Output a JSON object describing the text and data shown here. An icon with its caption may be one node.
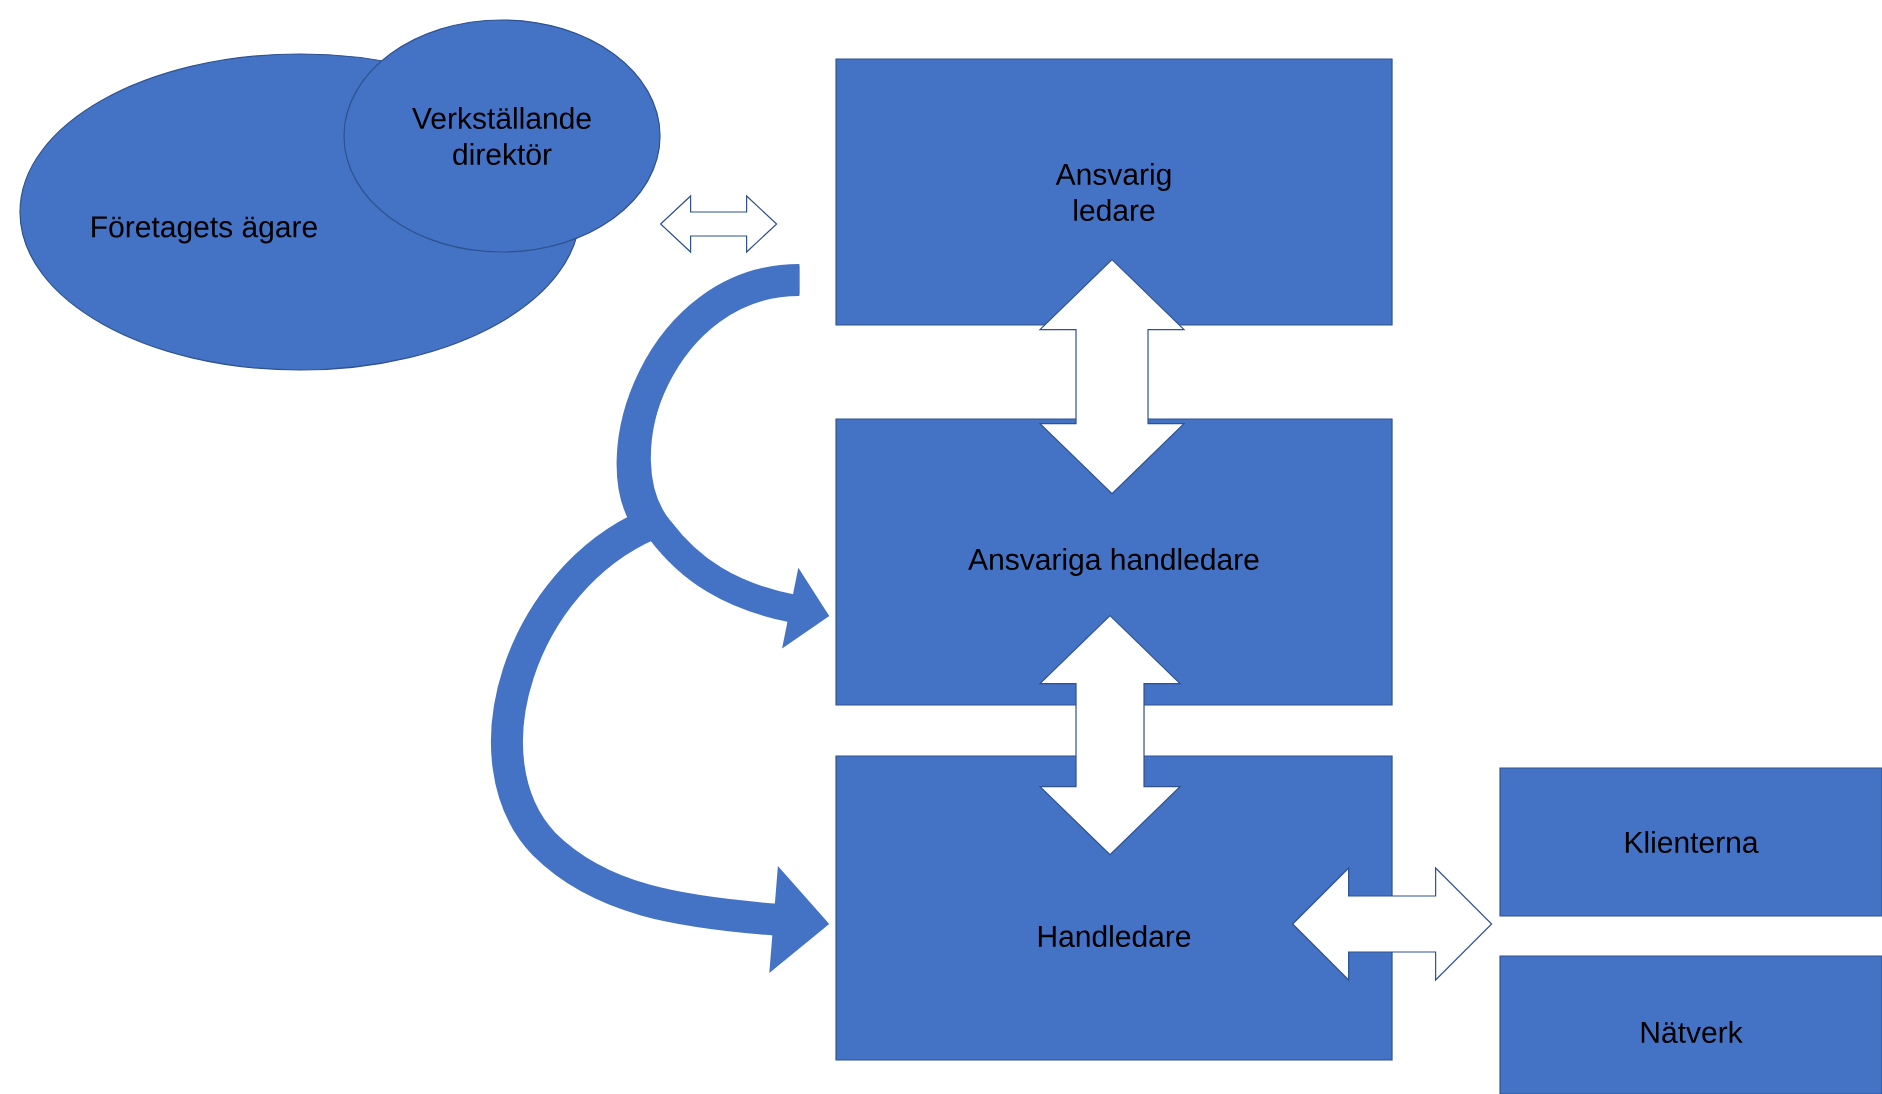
{
  "diagram": {
    "nodes": [
      {
        "text": [
          "Företagets ägare"
        ]
      },
      {
        "text": [
          "Verkställande direktör"
        ]
      },
      {
        "text": [
          "Ansvarig ledare"
        ]
      },
      {
        "text": [
          "Ansvariga handledare"
        ]
      },
      {
        "text": [
          "Handledare"
        ]
      },
      {
        "text": [
          "Klienterna"
        ]
      },
      {
        "text": [
          "Nätverk"
        ]
      }
    ],
    "edges": [
      {
        "from": 1,
        "to": 2,
        "arrow": "both"
      },
      {
        "from": 2,
        "to": 3,
        "arrow": "both"
      },
      {
        "from": 3,
        "to": 4,
        "arrow": "both"
      },
      {
        "from": 4,
        "to": 5,
        "arrow": "both"
      },
      {
        "from": 4,
        "to": 6,
        "arrow": "both"
      },
      {
        "from": 2,
        "to": 3,
        "arrow": "to"
      },
      {
        "from": 2,
        "to": 4,
        "arrow": "to"
      }
    ]
  }
}
